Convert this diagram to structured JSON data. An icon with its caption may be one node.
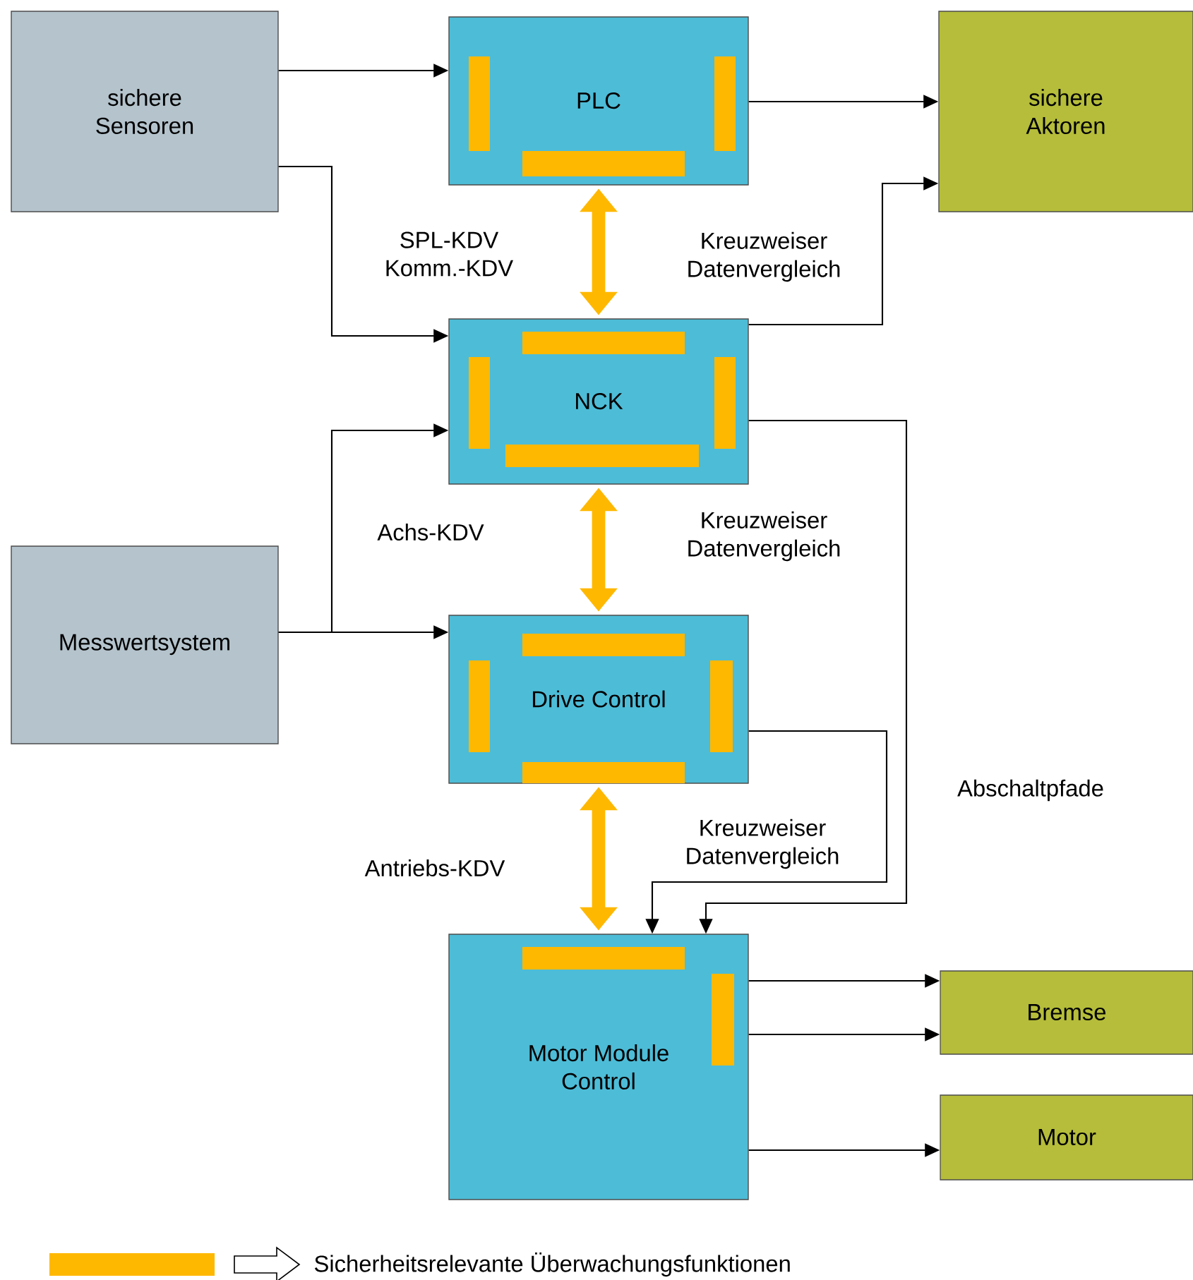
{
  "diagram": {
    "nodes": [
      {
        "text": [
          "sichere Sensoren"
        ]
      },
      {
        "text": [
          "PLC"
        ]
      },
      {
        "text": [
          "sichere Aktoren"
        ]
      },
      {
        "text": [
          "NCK"
        ]
      },
      {
        "text": [
          "Messwertsystem"
        ]
      },
      {
        "text": [
          "Drive Control"
        ]
      },
      {
        "text": [
          "Motor Module Control"
        ]
      },
      {
        "text": [
          "Bremse"
        ]
      },
      {
        "text": [
          "Motor"
        ]
      }
    ],
    "edges": [
      {
        "from": 0,
        "to": 1,
        "arrow": "to"
      },
      {
        "from": 0,
        "to": 3,
        "arrow": "to"
      },
      {
        "from": 1,
        "to": 2,
        "arrow": "to"
      },
      {
        "from": 1,
        "to": 3,
        "arrow": "both",
        "style": "thick",
        "color": "#ffb800",
        "label": "Kreuzweiser Datenvergleich"
      },
      {
        "from": 3,
        "to": 2,
        "arrow": "to"
      },
      {
        "from": 4,
        "to": 3,
        "arrow": "to"
      },
      {
        "from": 4,
        "to": 5,
        "arrow": "to"
      },
      {
        "from": 3,
        "to": 5,
        "arrow": "both",
        "style": "thick",
        "color": "#ffb800",
        "label": "Kreuzweiser Datenvergleich"
      },
      {
        "from": 3,
        "to": 6,
        "arrow": "to",
        "label": "Abschaltpfade"
      },
      {
        "from": 5,
        "to": 6,
        "arrow": "to"
      },
      {
        "from": 5,
        "to": 6,
        "arrow": "both",
        "style": "thick",
        "color": "#ffb800"
      },
      {
        "from": 6,
        "to": 7,
        "arrow": "to"
      },
      {
        "from": 6,
        "to": 7,
        "arrow": "to"
      },
      {
        "from": 6,
        "to": 8,
        "arrow": "to"
      }
    ],
    "labels": [
      "SPL-KDV Komm.-KDV",
      "Achs-KDV",
      "Antriebs-KDV",
      "Kreuzweiser Datenvergleich"
    ],
    "legend": [
      {
        "text": "Sicherheitsrelevante Überwachungsfunktionen",
        "color": "#ffb800"
      }
    ]
  }
}
